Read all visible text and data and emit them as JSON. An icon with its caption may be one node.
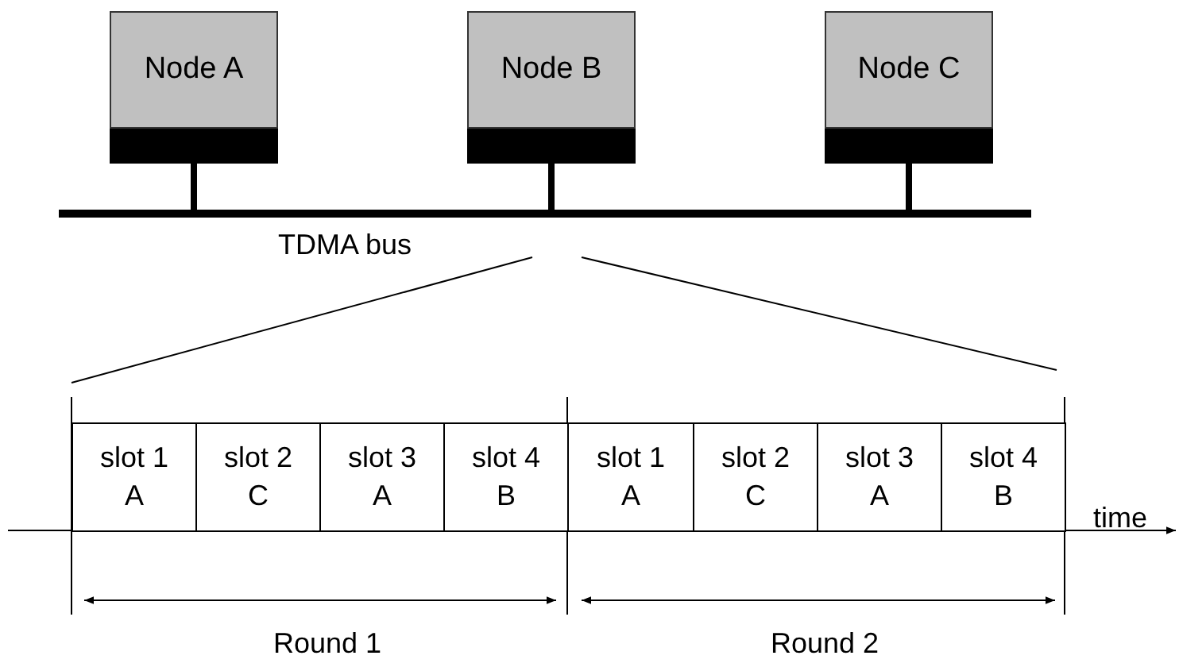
{
  "diagram": {
    "nodes": [
      {
        "text": [
          "Node A"
        ]
      },
      {
        "text": [
          "Node B"
        ]
      },
      {
        "text": [
          "Node C"
        ]
      },
      {
        "text": [],
        "shape": "bar",
        "beside": [
          "TDMA bus"
        ]
      },
      {
        "text": [
          "slot 1",
          "A"
        ]
      },
      {
        "text": [
          "slot 2",
          "C"
        ]
      },
      {
        "text": [
          "slot 3",
          "A"
        ]
      },
      {
        "text": [
          "slot 4",
          "B"
        ]
      },
      {
        "text": [
          "slot 1",
          "A"
        ]
      },
      {
        "text": [
          "slot 2",
          "C"
        ]
      },
      {
        "text": [
          "slot 3",
          "A"
        ]
      },
      {
        "text": [
          "slot 4",
          "B"
        ]
      }
    ],
    "edges": [
      {
        "from": 0,
        "to": 3,
        "arrow": "none"
      },
      {
        "from": 1,
        "to": 3,
        "arrow": "none"
      },
      {
        "from": 2,
        "to": 3,
        "arrow": "none"
      }
    ],
    "labels": [
      "time",
      "Round 1",
      "Round 2"
    ]
  }
}
